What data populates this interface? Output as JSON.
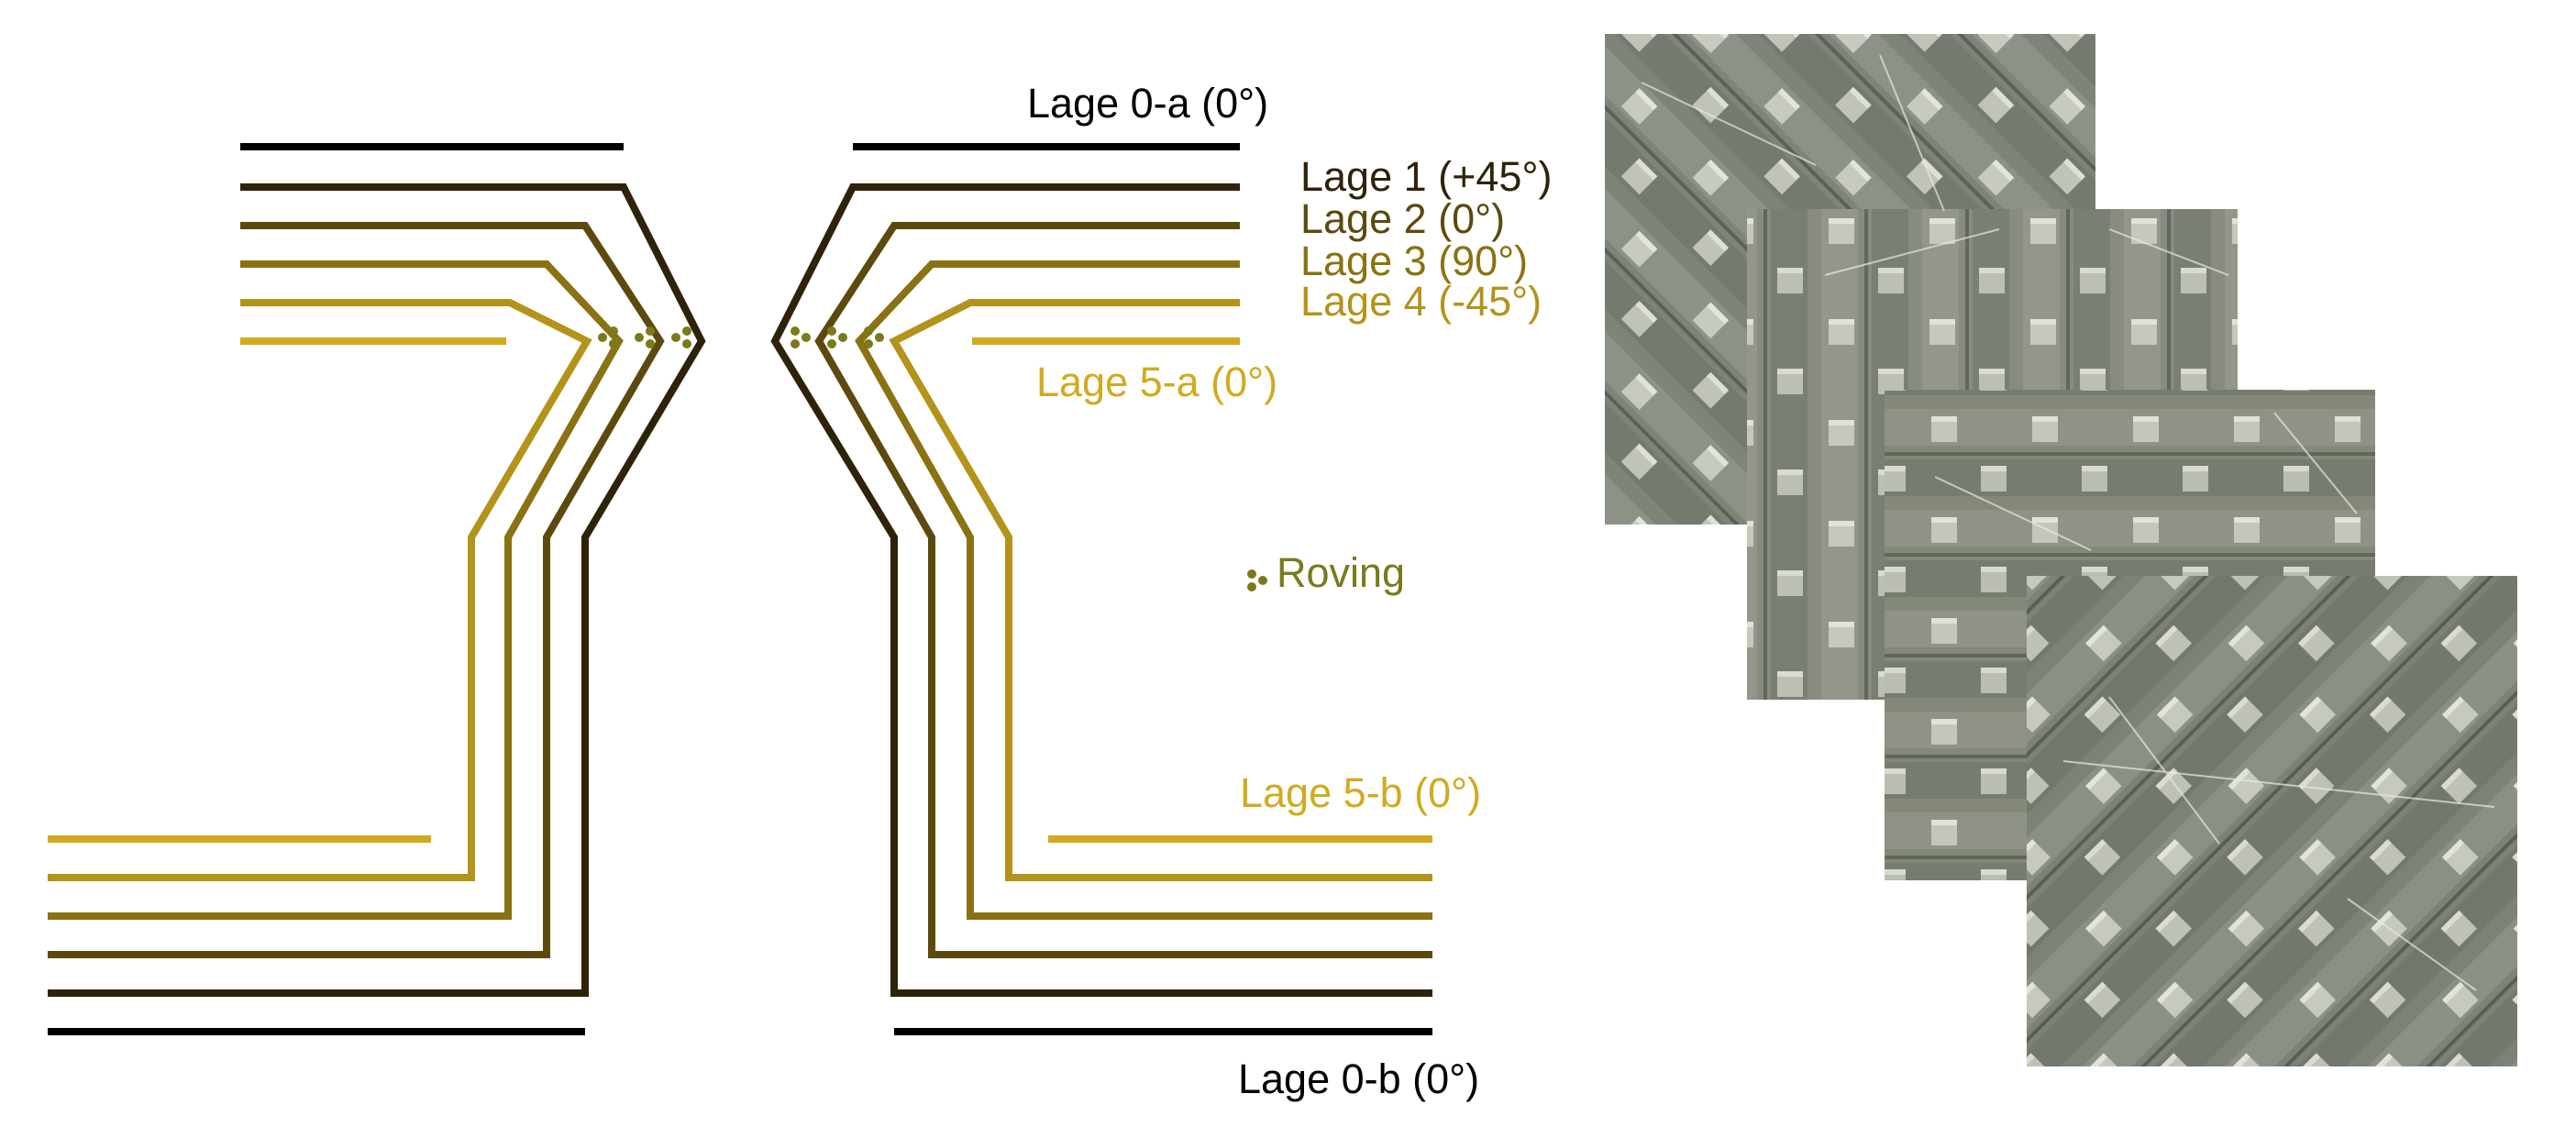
{
  "labels": {
    "lage_0a": "Lage 0-a (0°)",
    "lage_1": "Lage 1 (+45°)",
    "lage_2": "Lage 2 (0°)",
    "lage_3": "Lage 3 (90°)",
    "lage_4": "Lage 4 (-45°)",
    "lage_5a": "Lage 5-a (0°)",
    "roving": "Roving",
    "lage_5b": "Lage 5-b (0°)",
    "lage_0b": "Lage 0-b (0°)"
  },
  "colors": {
    "lage_0": "#000000",
    "lage_1": "#2e2208",
    "lage_2": "#5c4a0d",
    "lage_3": "#8a7212",
    "lage_4": "#b3931a",
    "lage_5": "#d1aa20",
    "roving": "#7a7a1a",
    "texture_base": "#7f8478",
    "texture_light": "#b9bdb1",
    "texture_dark": "#5c6157"
  },
  "photo_icon": "woven-fabric-texture"
}
